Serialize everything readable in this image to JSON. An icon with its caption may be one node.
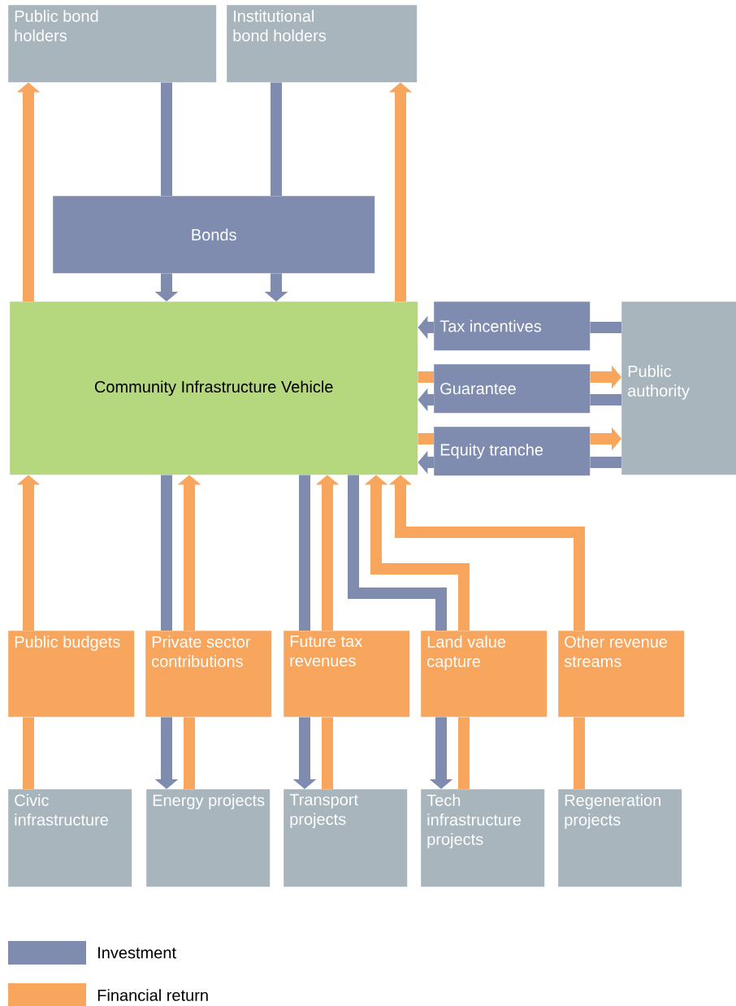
{
  "diagram": {
    "nodes": [
      {
        "text": [
          "Public bond holders"
        ]
      },
      {
        "text": [
          "Institutional bond holders"
        ]
      },
      {
        "text": [
          "Bonds"
        ]
      },
      {
        "text": [
          "Community Infrastructure Vehicle"
        ]
      },
      {
        "text": [
          "Tax incentives"
        ]
      },
      {
        "text": [
          "Guarantee"
        ]
      },
      {
        "text": [
          "Equity tranche"
        ]
      },
      {
        "text": [
          "Public authority"
        ]
      },
      {
        "text": [
          "Public budgets"
        ]
      },
      {
        "text": [
          "Private sector contributions"
        ]
      },
      {
        "text": [
          "Future tax revenues"
        ]
      },
      {
        "text": [
          "Land value capture"
        ]
      },
      {
        "text": [
          "Other revenue streams"
        ]
      },
      {
        "text": [
          "Civic infrastructure"
        ]
      },
      {
        "text": [
          "Energy projects"
        ]
      },
      {
        "text": [
          "Transport projects"
        ]
      },
      {
        "text": [
          "Tech infrastructure projects"
        ]
      },
      {
        "text": [
          "Regeneration projects"
        ]
      }
    ],
    "edges": [
      {
        "from": 3,
        "to": 0,
        "arrow": "to",
        "color": "#f8a65e"
      },
      {
        "from": 0,
        "to": 2,
        "arrow": "none",
        "color": "#7f8cb0"
      },
      {
        "from": 2,
        "to": 3,
        "arrow": "to",
        "color": "#7f8cb0"
      },
      {
        "from": 1,
        "to": 2,
        "arrow": "none",
        "color": "#7f8cb0"
      },
      {
        "from": 2,
        "to": 3,
        "arrow": "to",
        "color": "#7f8cb0"
      },
      {
        "from": 3,
        "to": 1,
        "arrow": "to",
        "color": "#f8a65e"
      },
      {
        "from": 7,
        "to": 4,
        "arrow": "none",
        "color": "#7f8cb0"
      },
      {
        "from": 4,
        "to": 3,
        "arrow": "to",
        "color": "#7f8cb0"
      },
      {
        "from": 3,
        "to": 5,
        "arrow": "none",
        "color": "#f8a65e"
      },
      {
        "from": 5,
        "to": 7,
        "arrow": "to",
        "color": "#f8a65e"
      },
      {
        "from": 7,
        "to": 5,
        "arrow": "none",
        "color": "#7f8cb0"
      },
      {
        "from": 5,
        "to": 3,
        "arrow": "to",
        "color": "#7f8cb0"
      },
      {
        "from": 3,
        "to": 6,
        "arrow": "none",
        "color": "#f8a65e"
      },
      {
        "from": 6,
        "to": 7,
        "arrow": "to",
        "color": "#f8a65e"
      },
      {
        "from": 7,
        "to": 6,
        "arrow": "none",
        "color": "#7f8cb0"
      },
      {
        "from": 6,
        "to": 3,
        "arrow": "to",
        "color": "#7f8cb0"
      },
      {
        "from": 8,
        "to": 3,
        "arrow": "to",
        "color": "#f8a65e"
      },
      {
        "from": 13,
        "to": 8,
        "arrow": "none",
        "color": "#f8a65e"
      },
      {
        "from": 3,
        "to": 9,
        "arrow": "none",
        "color": "#7f8cb0"
      },
      {
        "from": 9,
        "to": 14,
        "arrow": "to",
        "color": "#7f8cb0"
      },
      {
        "from": 14,
        "to": 9,
        "arrow": "none",
        "color": "#f8a65e"
      },
      {
        "from": 9,
        "to": 3,
        "arrow": "to",
        "color": "#f8a65e"
      },
      {
        "from": 3,
        "to": 10,
        "arrow": "none",
        "color": "#7f8cb0"
      },
      {
        "from": 10,
        "to": 15,
        "arrow": "to",
        "color": "#7f8cb0"
      },
      {
        "from": 15,
        "to": 10,
        "arrow": "none",
        "color": "#f8a65e"
      },
      {
        "from": 10,
        "to": 3,
        "arrow": "to",
        "color": "#f8a65e"
      },
      {
        "from": 3,
        "to": 11,
        "arrow": "none",
        "color": "#7f8cb0"
      },
      {
        "from": 11,
        "to": 16,
        "arrow": "to",
        "color": "#7f8cb0"
      },
      {
        "from": 16,
        "to": 11,
        "arrow": "none",
        "color": "#f8a65e"
      },
      {
        "from": 11,
        "to": 3,
        "arrow": "to",
        "color": "#f8a65e"
      },
      {
        "from": 17,
        "to": 12,
        "arrow": "none",
        "color": "#f8a65e"
      },
      {
        "from": 12,
        "to": 3,
        "arrow": "to",
        "color": "#f8a65e"
      }
    ],
    "legend": [
      {
        "text": "Investment",
        "color": "#7f8cb0"
      },
      {
        "text": "Financial return",
        "color": "#f8a65e"
      }
    ]
  }
}
